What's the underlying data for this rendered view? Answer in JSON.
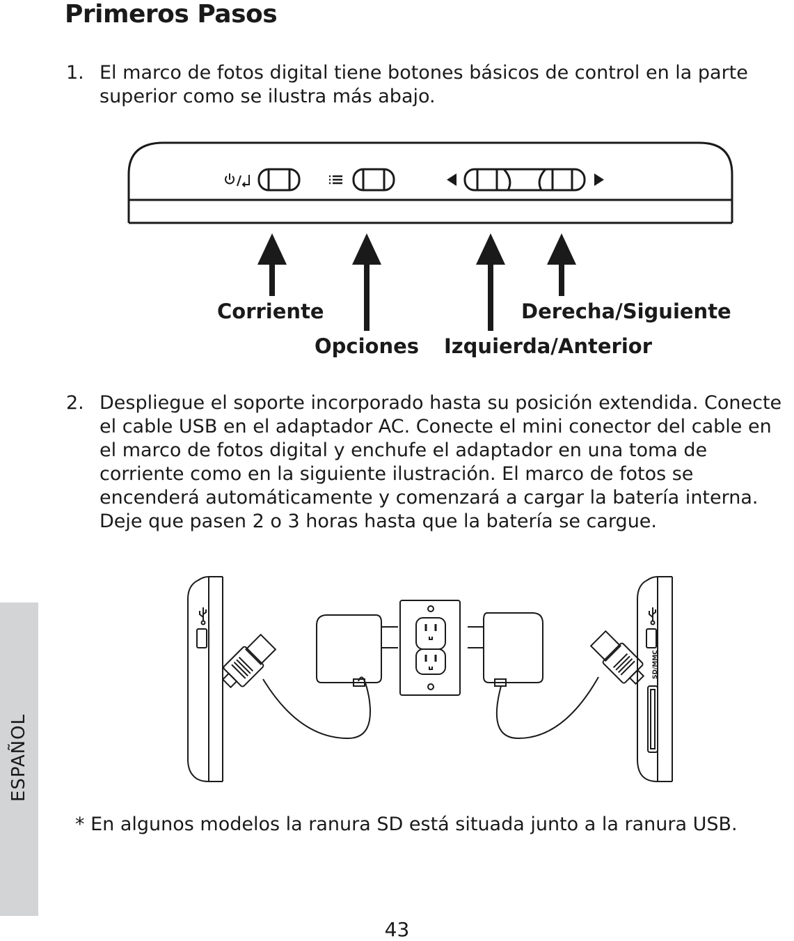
{
  "page": {
    "title": "Primeros Pasos",
    "page_number": "43",
    "language_tab": "ESPAÑOL"
  },
  "steps": [
    {
      "number": "1.",
      "text": "El marco de fotos digital tiene botones básicos de control en la parte superior como se ilustra más abajo."
    },
    {
      "number": "2.",
      "text": "Despliegue el soporte incorporado hasta su posición extendida. Conecte el cable USB en el adaptador AC.  Conecte el mini conector del cable en el marco de fotos digital y enchufe el adaptador en una toma de corriente como en la siguiente ilustración.  El marco de fotos se encenderá automáticamente y comenzará a cargar la batería interna.   Deje que pasen 2 o 3 horas hasta que la batería se cargue."
    }
  ],
  "controls_figure": {
    "labels": {
      "power": "Corriente",
      "options": "Opciones",
      "left": "Izquierda/Anterior",
      "right": "Derecha/Siguiente"
    }
  },
  "connection_figure": {
    "slot_label": "SD/MMC"
  },
  "note": "* En algunos modelos la ranura SD está situada junto a la ranura USB.",
  "icons": [
    "power-enter-icon",
    "menu-list-icon",
    "arrow-left-icon",
    "arrow-right-icon",
    "usb-icon"
  ]
}
